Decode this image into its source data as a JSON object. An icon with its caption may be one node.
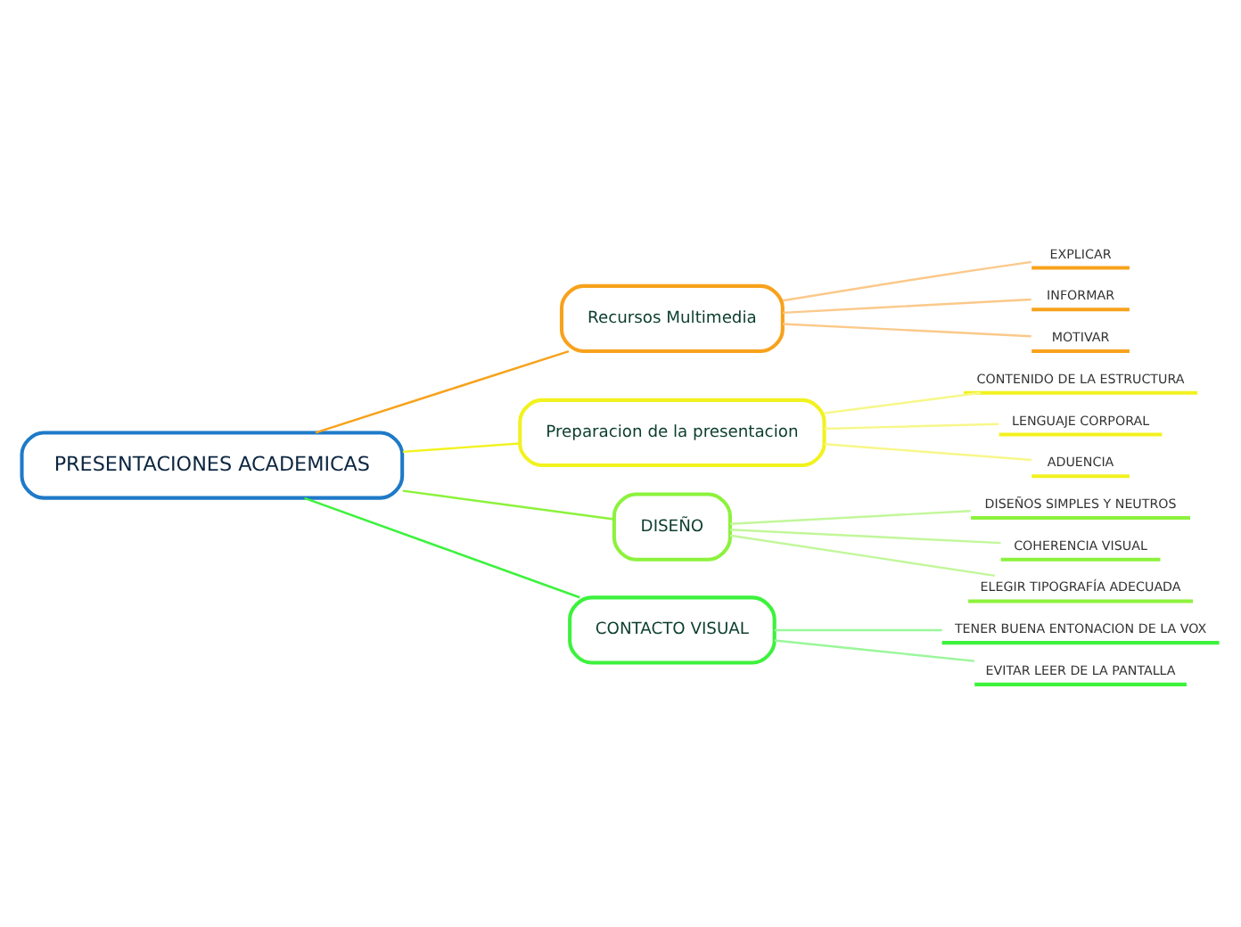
{
  "diagram": {
    "nodes": [
      {
        "text": [
          "PRESENTACIONES ACADEMICAS"
        ]
      },
      {
        "text": [
          "Recursos Multimedia"
        ]
      },
      {
        "text": [
          "EXPLICAR"
        ]
      },
      {
        "text": [
          "INFORMAR"
        ]
      },
      {
        "text": [
          "MOTIVAR"
        ]
      },
      {
        "text": [
          "Preparacion de la presentacion"
        ]
      },
      {
        "text": [
          "CONTENIDO DE LA ESTRUCTURA"
        ]
      },
      {
        "text": [
          "LENGUAJE CORPORAL"
        ]
      },
      {
        "text": [
          "ADUENCIA"
        ]
      },
      {
        "text": [
          "DISEÑO"
        ]
      },
      {
        "text": [
          "DISEÑOS SIMPLES Y NEUTROS"
        ]
      },
      {
        "text": [
          "COHERENCIA VISUAL"
        ]
      },
      {
        "text": [
          "ELEGIR TIPOGRAFÍA ADECUADA"
        ]
      },
      {
        "text": [
          "CONTACTO VISUAL"
        ]
      },
      {
        "text": [
          "TENER BUENA ENTONACION DE LA VOX"
        ]
      },
      {
        "text": [
          "EVITAR LEER DE LA PANTALLA"
        ]
      }
    ],
    "edges": [
      {
        "from": 0,
        "to": 1,
        "arrow": "none",
        "color": "#f7a21b"
      },
      {
        "from": 1,
        "to": 2,
        "arrow": "none",
        "color": "#fbc98a"
      },
      {
        "from": 1,
        "to": 3,
        "arrow": "none",
        "color": "#fbc98a"
      },
      {
        "from": 1,
        "to": 4,
        "arrow": "none",
        "color": "#fbc98a"
      },
      {
        "from": 0,
        "to": 5,
        "arrow": "none",
        "color": "#f2f21e"
      },
      {
        "from": 5,
        "to": 6,
        "arrow": "none",
        "color": "#f7f78a"
      },
      {
        "from": 5,
        "to": 7,
        "arrow": "none",
        "color": "#f7f78a"
      },
      {
        "from": 5,
        "to": 8,
        "arrow": "none",
        "color": "#f7f78a"
      },
      {
        "from": 0,
        "to": 9,
        "arrow": "none",
        "color": "#8cf23c"
      },
      {
        "from": 9,
        "to": 10,
        "arrow": "none",
        "color": "#c2f79a"
      },
      {
        "from": 9,
        "to": 11,
        "arrow": "none",
        "color": "#c2f79a"
      },
      {
        "from": 9,
        "to": 12,
        "arrow": "none",
        "color": "#c2f79a"
      },
      {
        "from": 0,
        "to": 13,
        "arrow": "none",
        "color": "#3cf23c"
      },
      {
        "from": 13,
        "to": 14,
        "arrow": "none",
        "color": "#9af79a"
      },
      {
        "from": 13,
        "to": 15,
        "arrow": "none",
        "color": "#9af79a"
      }
    ]
  }
}
